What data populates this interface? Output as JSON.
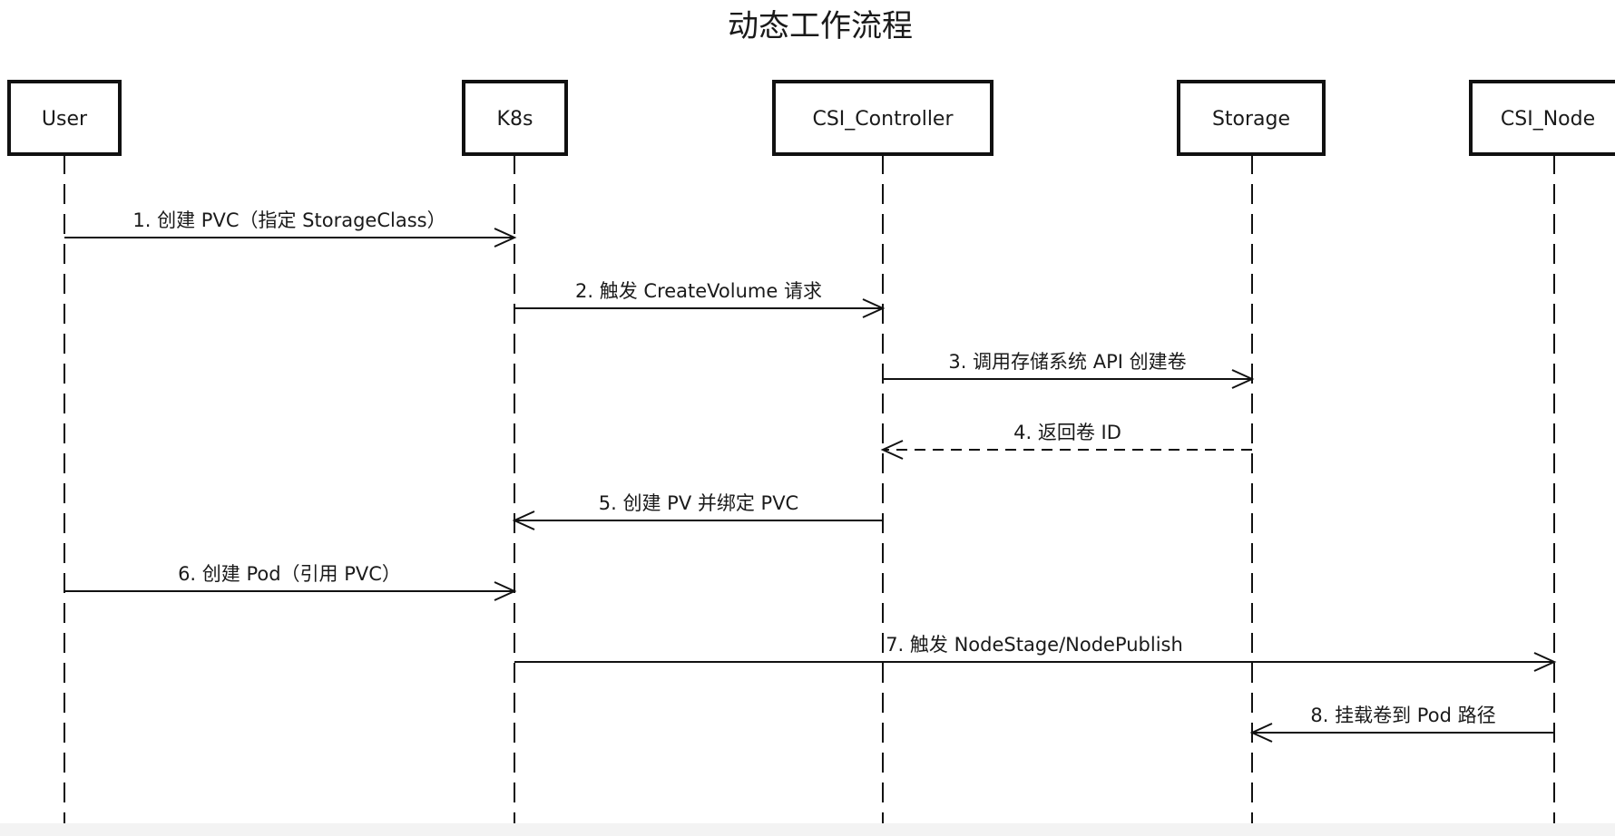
{
  "diagram": {
    "title": "动态工作流程",
    "actors": [
      {
        "id": "user",
        "label": "User"
      },
      {
        "id": "k8s",
        "label": "K8s"
      },
      {
        "id": "csi_controller",
        "label": "CSI_Controller"
      },
      {
        "id": "storage",
        "label": "Storage"
      },
      {
        "id": "csi_node",
        "label": "CSI_Node"
      }
    ],
    "messages": [
      {
        "from": "user",
        "to": "k8s",
        "label": "1. 创建 PVC（指定 StorageClass）",
        "style": "solid"
      },
      {
        "from": "k8s",
        "to": "csi_controller",
        "label": "2. 触发 CreateVolume 请求",
        "style": "solid"
      },
      {
        "from": "csi_controller",
        "to": "storage",
        "label": "3. 调用存储系统 API 创建卷",
        "style": "solid"
      },
      {
        "from": "storage",
        "to": "csi_controller",
        "label": "4. 返回卷 ID",
        "style": "dashed"
      },
      {
        "from": "csi_controller",
        "to": "k8s",
        "label": "5. 创建 PV 并绑定 PVC",
        "style": "solid"
      },
      {
        "from": "user",
        "to": "k8s",
        "label": "6. 创建 Pod（引用 PVC）",
        "style": "solid"
      },
      {
        "from": "k8s",
        "to": "csi_node",
        "label": "7. 触发 NodeStage/NodePublish",
        "style": "solid"
      },
      {
        "from": "csi_node",
        "to": "storage",
        "label": "8. 挂载卷到 Pod 路径",
        "style": "solid"
      }
    ]
  }
}
